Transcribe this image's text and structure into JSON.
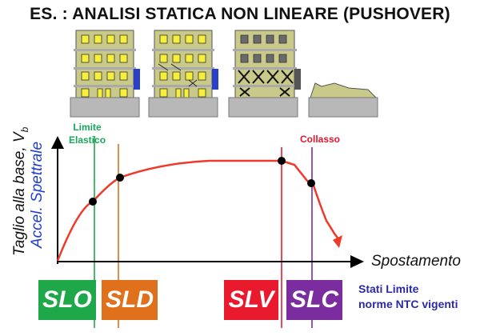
{
  "title": "ES. : ANALISI STATICA NON LINEARE (PUSHOVER)",
  "axes": {
    "y_label_1": "Taglio alla base, V",
    "y_label_1_sub": "b",
    "y_label_2": "Accel. Spettrale",
    "x_label": "Spostamento"
  },
  "markers": {
    "elastic_line1": "Limite",
    "elastic_line2": "Elastico",
    "collapse": "Collasso"
  },
  "limit_states": [
    {
      "label": "SLO",
      "color": "#1fa84a"
    },
    {
      "label": "SLD",
      "color": "#e0701c"
    },
    {
      "label": "SLV",
      "color": "#ea1a2e"
    },
    {
      "label": "SLC",
      "color": "#7b2c9e"
    }
  ],
  "note": {
    "line1": "Stati Limite",
    "line2": "norme NTC vigenti"
  },
  "colors": {
    "curve": "#ef3a2a",
    "axis": "#000000",
    "building_wall": "#c9c98a",
    "building_base": "#b8b8b8",
    "window": "#f7ef3a"
  },
  "icons": [
    "building-intact-icon",
    "building-slight-damage-icon",
    "building-severe-damage-icon",
    "building-collapsed-icon"
  ]
}
